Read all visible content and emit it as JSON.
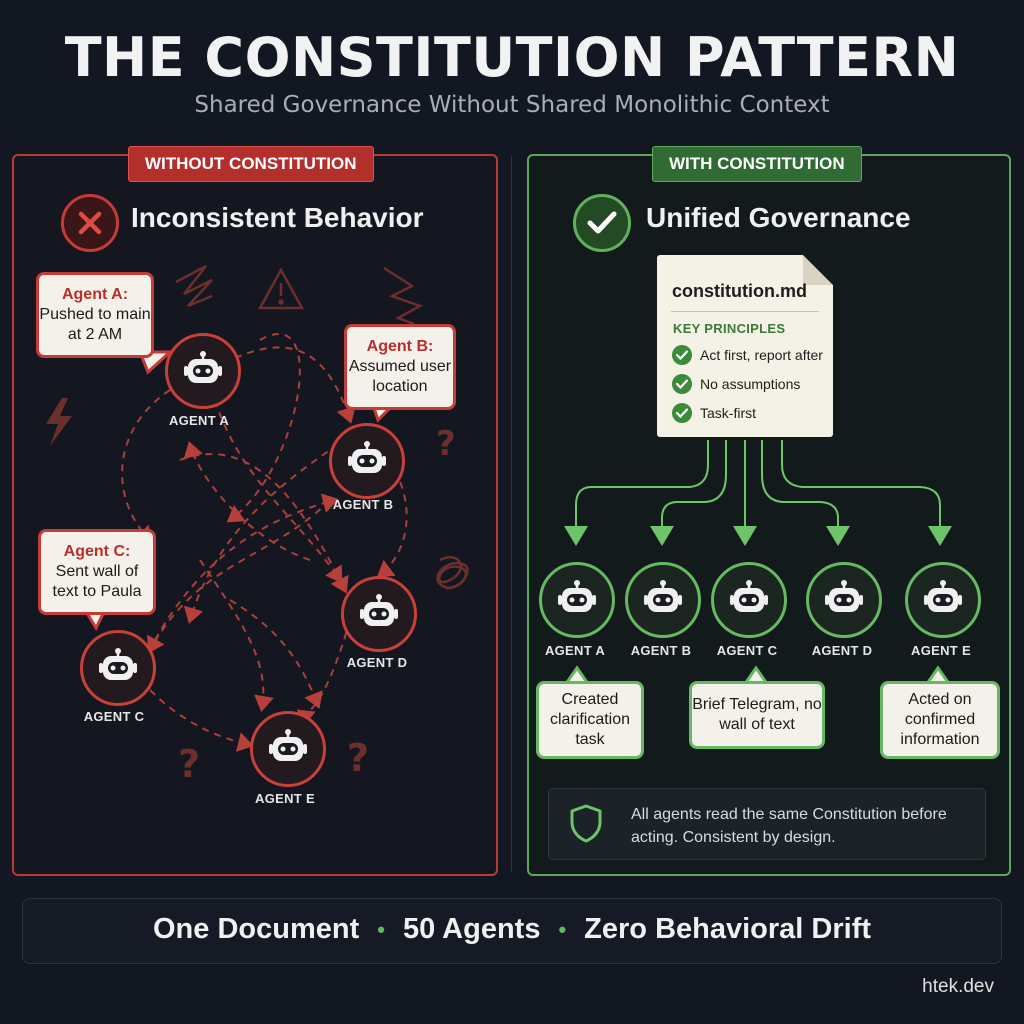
{
  "header": {
    "title": "THE CONSTITUTION PATTERN",
    "subtitle": "Shared Governance Without Shared Monolithic Context"
  },
  "left_panel": {
    "tag": "WITHOUT CONSTITUTION",
    "heading": "Inconsistent Behavior",
    "heading_icon": "x-circle-icon",
    "agents": [
      {
        "label": "AGENT A"
      },
      {
        "label": "AGENT B"
      },
      {
        "label": "AGENT C"
      },
      {
        "label": "AGENT D"
      },
      {
        "label": "AGENT E"
      }
    ],
    "bubbles": [
      {
        "who": "Agent A:",
        "text": "Pushed to main at 2 AM"
      },
      {
        "who": "Agent B:",
        "text": "Assumed user location"
      },
      {
        "who": "Agent C:",
        "text": "Sent wall of text to Paula"
      }
    ],
    "decor_icons": [
      "warning-icon",
      "lightning-icon",
      "question-mark",
      "scribble",
      "zigzag"
    ],
    "decor_text": {
      "question": "?",
      "exclaim": "!"
    }
  },
  "right_panel": {
    "tag": "WITH CONSTITUTION",
    "heading": "Unified Governance",
    "heading_icon": "check-circle-icon",
    "document": {
      "filename": "constitution.md",
      "section": "KEY PRINCIPLES",
      "principles": [
        "Act first, report after",
        "No assumptions",
        "Task-first"
      ]
    },
    "agents": [
      {
        "label": "AGENT A"
      },
      {
        "label": "AGENT B"
      },
      {
        "label": "AGENT C"
      },
      {
        "label": "AGENT D"
      },
      {
        "label": "AGENT E"
      }
    ],
    "outcomes": [
      {
        "text": "Created clarification task"
      },
      {
        "text": "Brief Telegram, no wall of text"
      },
      {
        "text": "Acted on confirmed information"
      }
    ],
    "info": "All agents read the same Constitution before acting. Consistent by design.",
    "info_icon": "shield-icon"
  },
  "footer": {
    "items": [
      "One Document",
      "50 Agents",
      "Zero Behavioral Drift"
    ],
    "separator": "•"
  },
  "brand": "htek.dev",
  "colors": {
    "background": "#121722",
    "bad": "#c63b37",
    "good": "#5fb25b"
  }
}
